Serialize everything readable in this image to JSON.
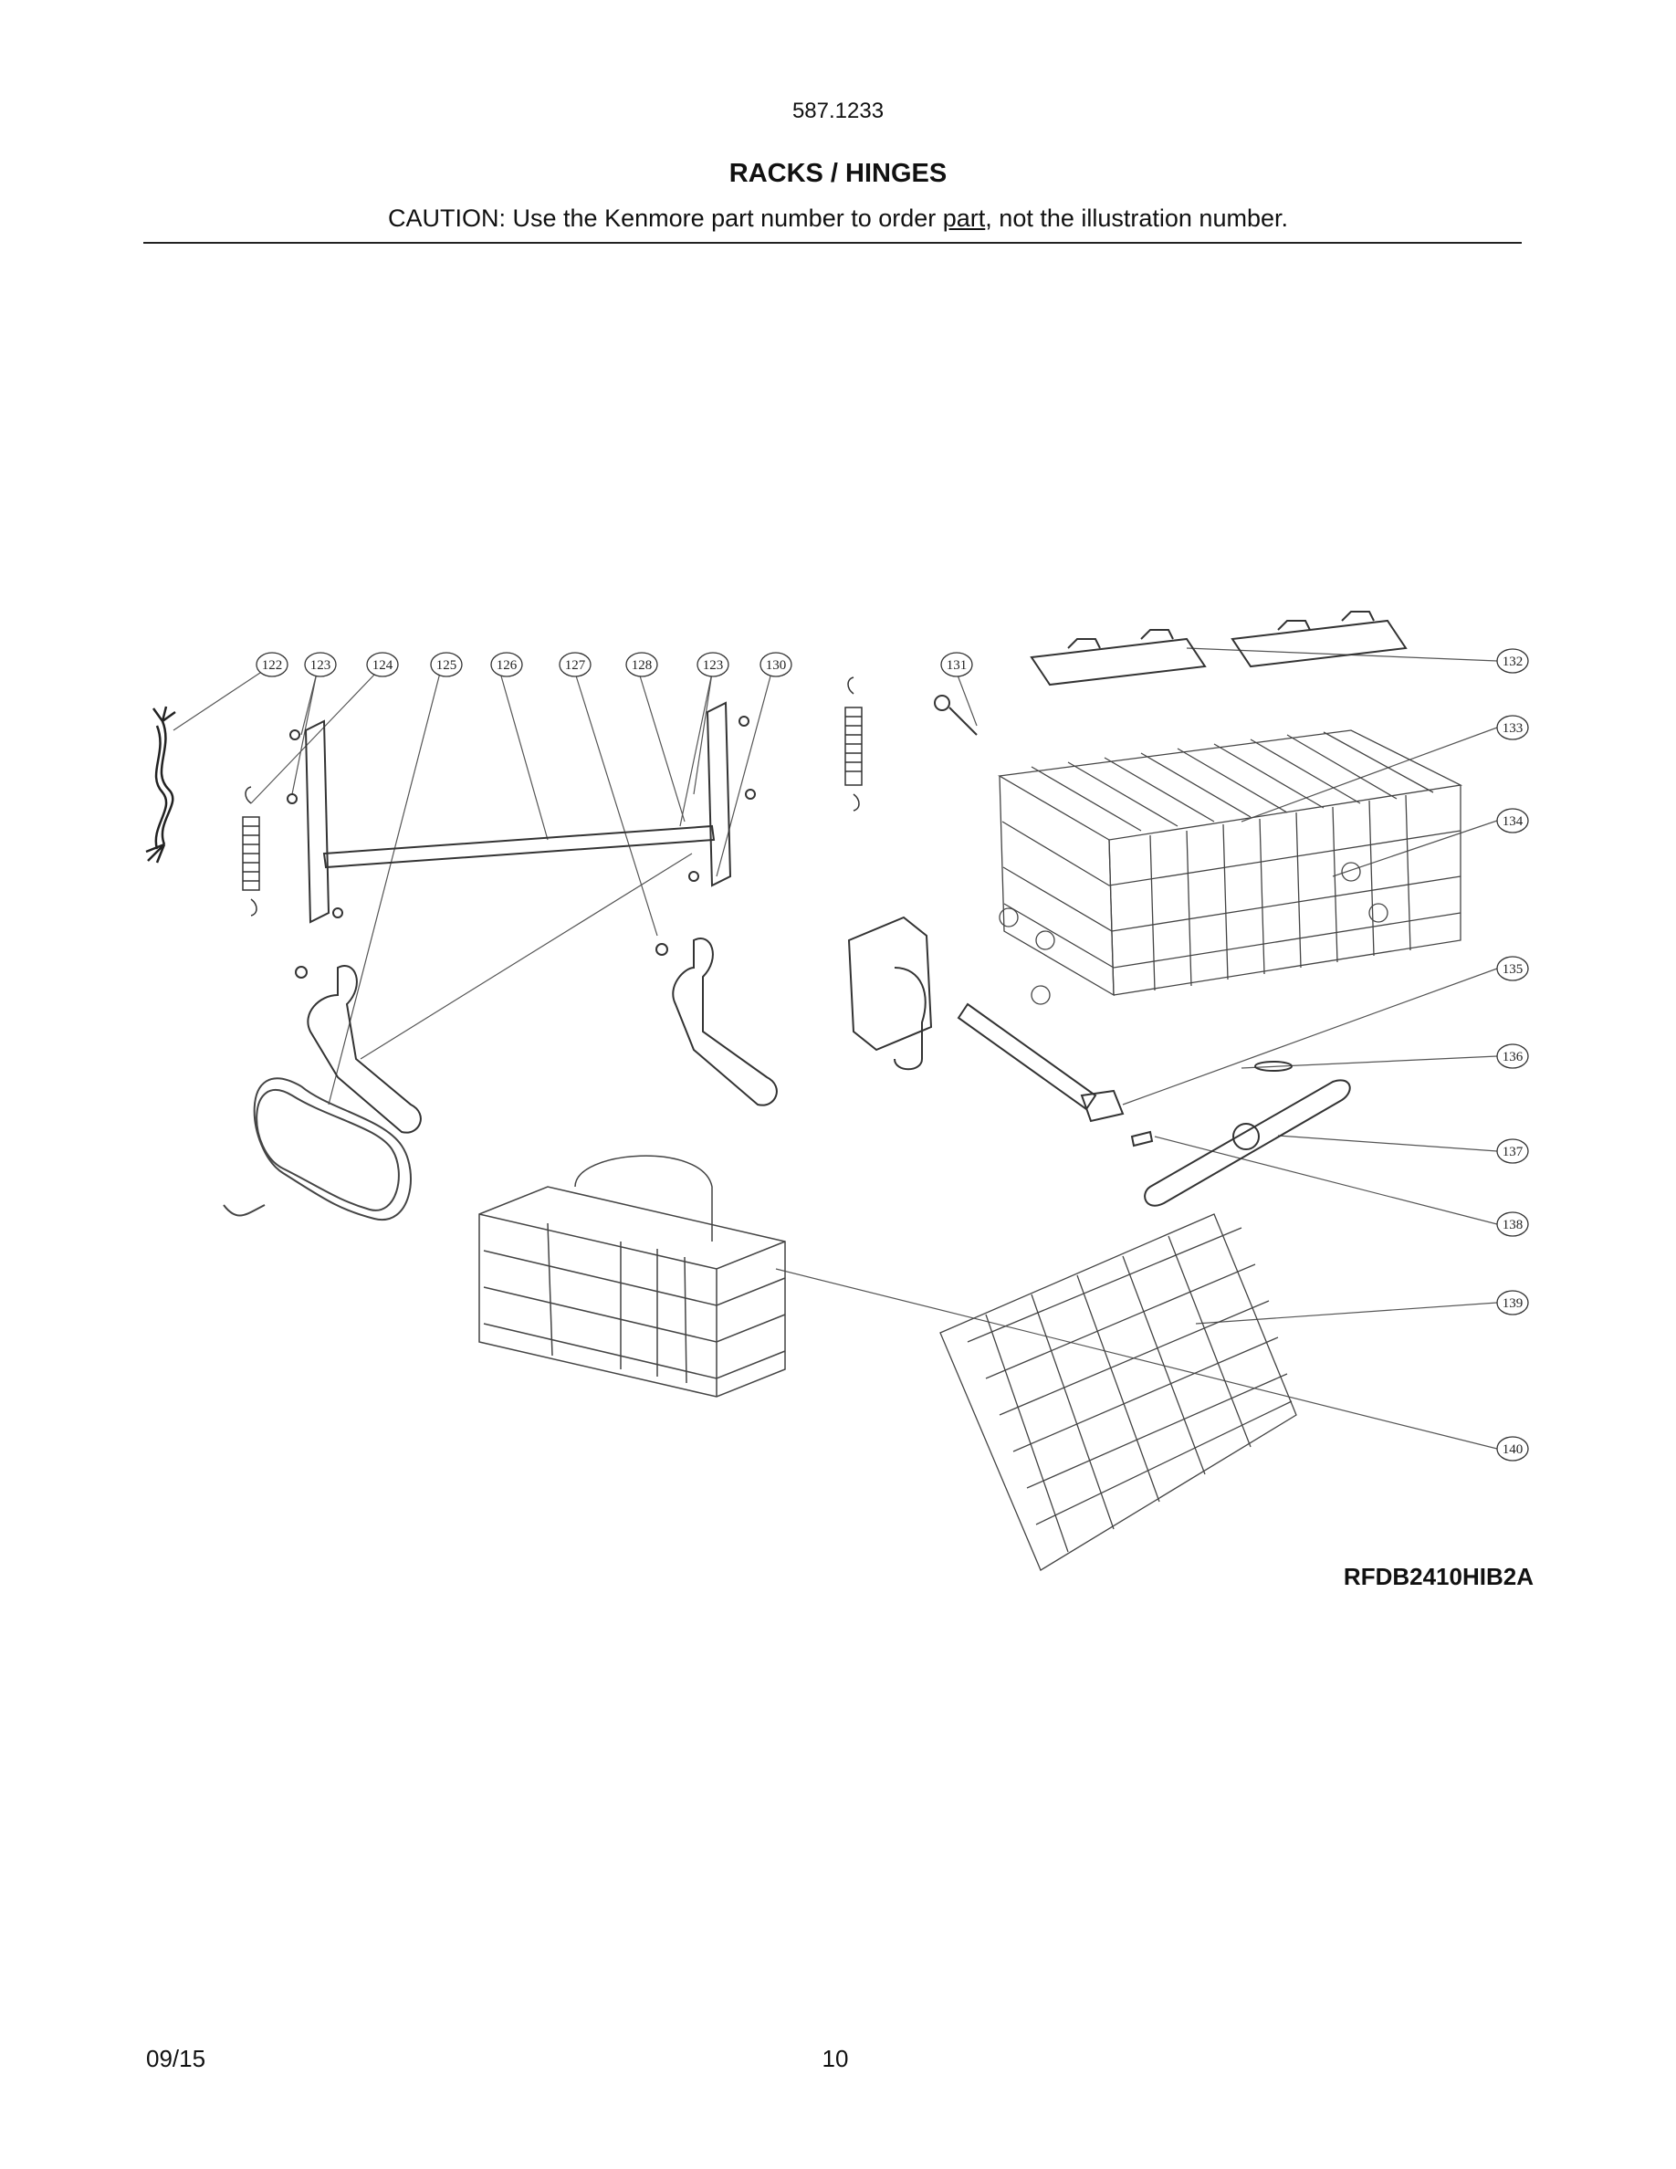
{
  "header": {
    "model_number": "587.1233",
    "section_title": "RACKS / HINGES",
    "caution_prefix": "CAUTION: Use the Kenmore part number to order ",
    "caution_link": "part",
    "caution_suffix": ", not the illustration number."
  },
  "callouts": [
    "122",
    "123",
    "124",
    "125",
    "126",
    "127",
    "128",
    "123",
    "130",
    "131",
    "132",
    "133",
    "134",
    "135",
    "136",
    "137",
    "138",
    "139",
    "140"
  ],
  "model_code": "RFDB2410HIB2A",
  "footer": {
    "date": "09/15",
    "page": "10"
  }
}
